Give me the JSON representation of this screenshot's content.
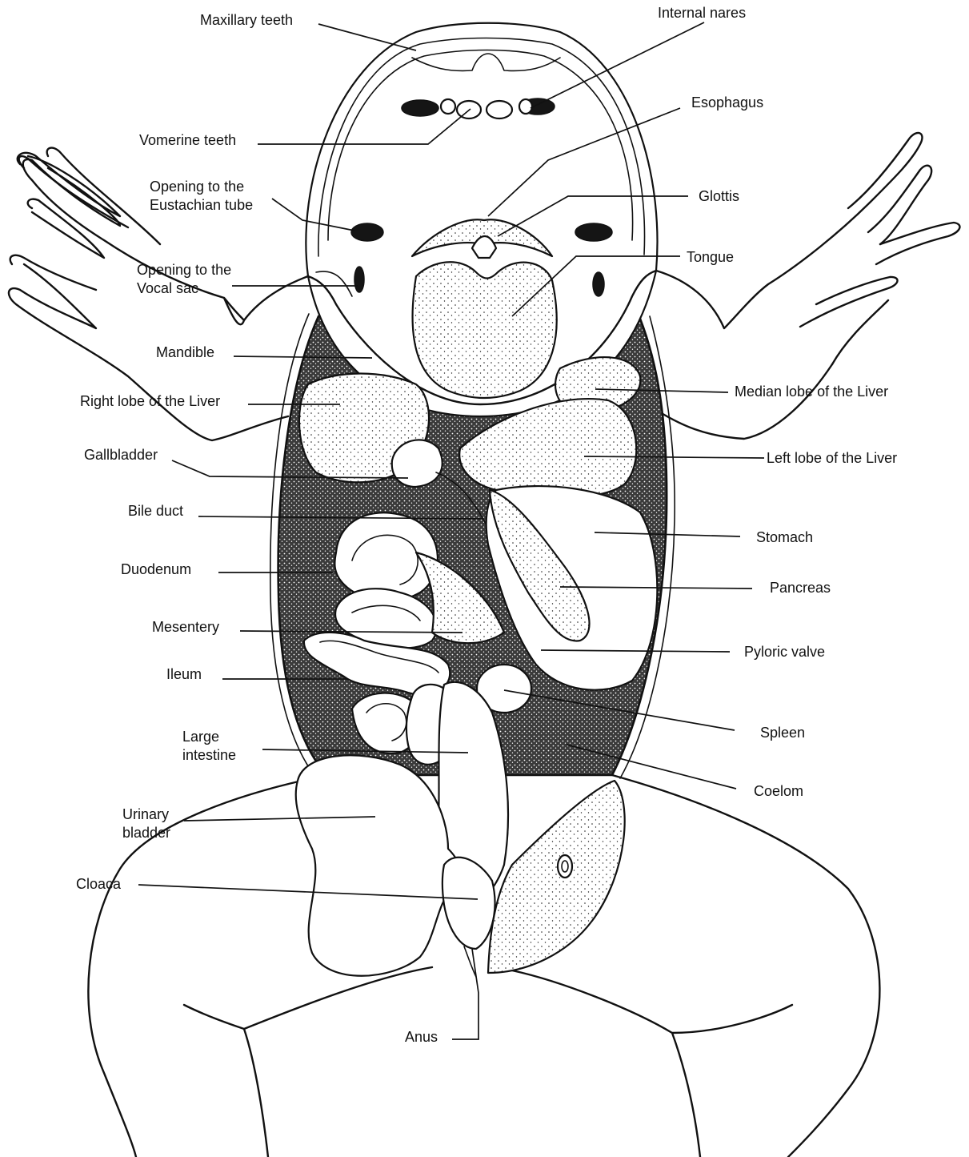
{
  "labels": {
    "maxillary_teeth": "Maxillary teeth",
    "internal_nares": "Internal nares",
    "vomerine_teeth": "Vomerine teeth",
    "esophagus": "Esophagus",
    "eustachian_line1": "Opening to the",
    "eustachian_line2": "Eustachian tube",
    "glottis": "Glottis",
    "vocal_sac_line1": "Opening to the",
    "vocal_sac_line2": "Vocal sac",
    "tongue": "Tongue",
    "mandible": "Mandible",
    "median_lobe_liver": "Median lobe of the Liver",
    "right_lobe_liver": "Right lobe of the Liver",
    "gallbladder": "Gallbladder",
    "left_lobe_liver": "Left lobe of the Liver",
    "bile_duct": "Bile duct",
    "stomach": "Stomach",
    "duodenum": "Duodenum",
    "pancreas": "Pancreas",
    "mesentery": "Mesentery",
    "pyloric_valve": "Pyloric valve",
    "ileum": "Ileum",
    "spleen": "Spleen",
    "large_intestine_line1": "Large",
    "large_intestine_line2": "intestine",
    "coelom": "Coelom",
    "urinary_bladder_line1": "Urinary",
    "urinary_bladder_line2": "bladder",
    "cloaca": "Cloaca",
    "anus": "Anus"
  }
}
